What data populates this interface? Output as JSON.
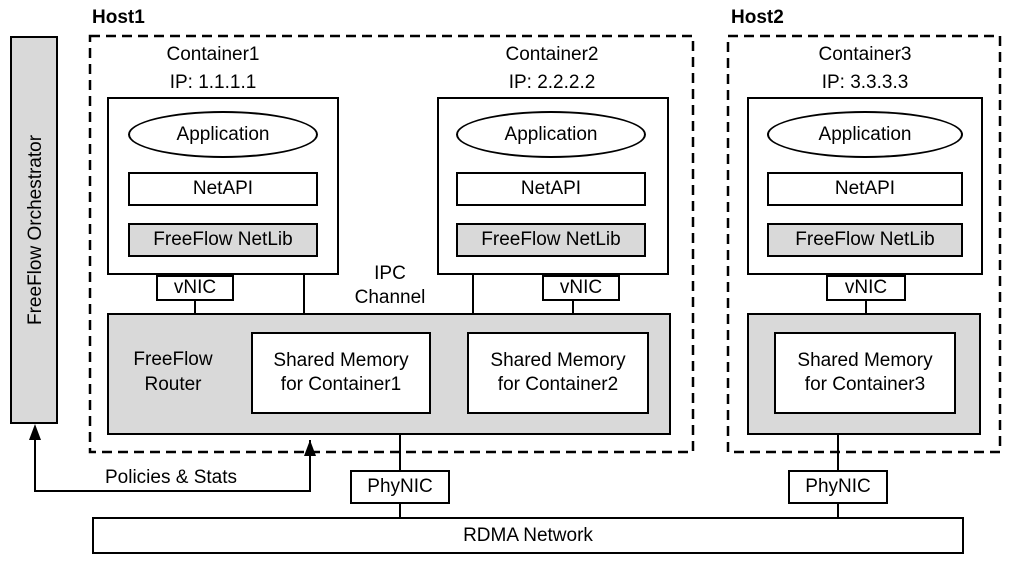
{
  "orchestrator": {
    "label": "FreeFlow Orchestrator"
  },
  "hosts": [
    {
      "title": "Host1",
      "containers": [
        {
          "name": "Container1",
          "ip": "IP: 1.1.1.1",
          "app": "Application",
          "netapi": "NetAPI",
          "netlib": "FreeFlow NetLib",
          "vnic": "vNIC"
        },
        {
          "name": "Container2",
          "ip": "IP: 2.2.2.2",
          "app": "Application",
          "netapi": "NetAPI",
          "netlib": "FreeFlow NetLib",
          "vnic": "vNIC"
        }
      ],
      "router": {
        "label_line1": "FreeFlow",
        "label_line2": "Router",
        "shm": [
          {
            "line1": "Shared Memory",
            "line2": "for Container1"
          },
          {
            "line1": "Shared Memory",
            "line2": "for Container2"
          }
        ]
      },
      "ipc_line1": "IPC",
      "ipc_line2": "Channel",
      "phynic": "PhyNIC"
    },
    {
      "title": "Host2",
      "containers": [
        {
          "name": "Container3",
          "ip": "IP: 3.3.3.3",
          "app": "Application",
          "netapi": "NetAPI",
          "netlib": "FreeFlow NetLib",
          "vnic": "vNIC"
        }
      ],
      "router": {
        "shm": [
          {
            "line1": "Shared Memory",
            "line2": "for Container3"
          }
        ]
      },
      "phynic": "PhyNIC"
    }
  ],
  "policies": "Policies & Stats",
  "network": "RDMA Network"
}
